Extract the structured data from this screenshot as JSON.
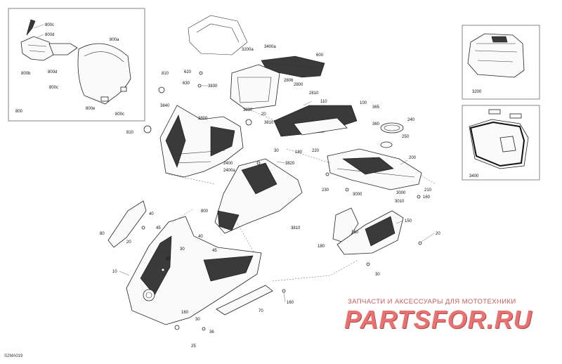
{
  "watermark": {
    "tagline": "ЗАПЧАСТИ И АКСЕССУАРЫ ДЛЯ МОТОТЕХНИКИ",
    "logo": "PARTSFOR.RU"
  },
  "diagram_code": "S2MA019",
  "callouts": {
    "windshield_group": [
      "800c",
      "800d",
      "800a",
      "800b",
      "800d",
      "800c",
      "800e",
      "800c",
      "800"
    ],
    "top": [
      "3200a",
      "3400a",
      "600",
      "620",
      "630",
      "3830",
      "810",
      "2800",
      "2806",
      "2810",
      "110",
      "3840",
      "20",
      "3830",
      "3810",
      "100",
      "365",
      "240",
      "250",
      "360",
      "810",
      "3800",
      "180",
      "30",
      "220",
      "200",
      "2400",
      "2400a",
      "3820",
      "230",
      "3000",
      "3000",
      "210",
      "160",
      "3010",
      "150",
      "20"
    ],
    "bottom": [
      "800",
      "3810",
      "80",
      "40",
      "20",
      "45",
      "40",
      "30",
      "45",
      "30",
      "10",
      "160",
      "180",
      "160",
      "30",
      "70",
      "160",
      "30",
      "36",
      "25"
    ],
    "insets": [
      "3200",
      "3400"
    ]
  }
}
